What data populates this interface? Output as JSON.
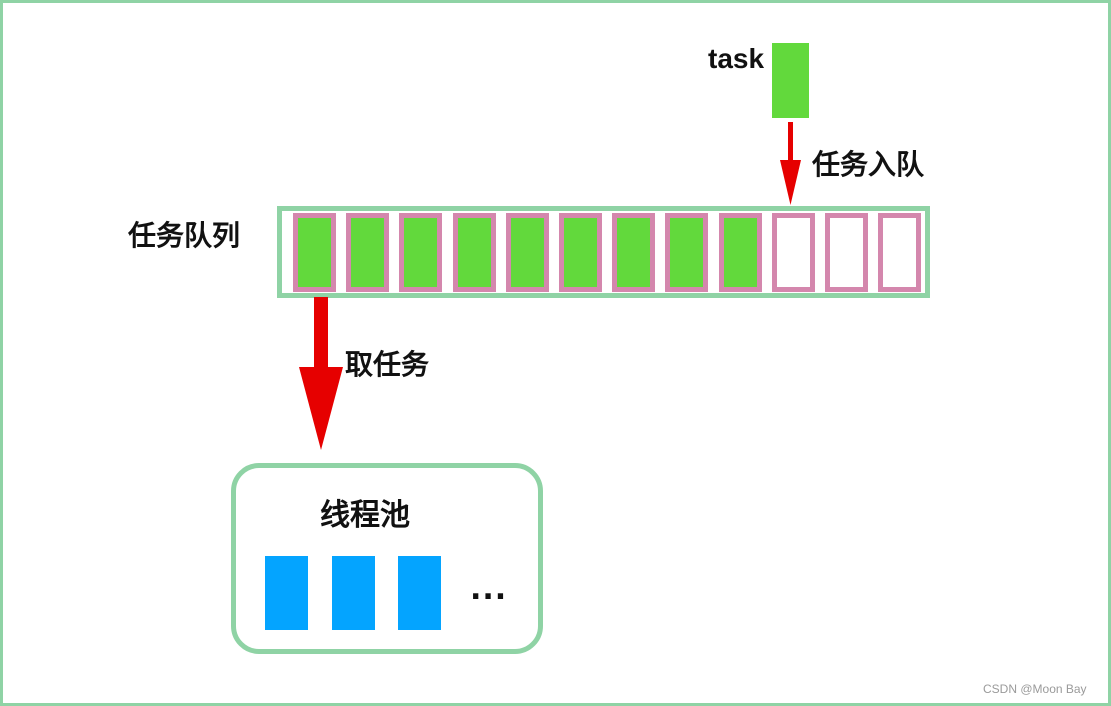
{
  "labels": {
    "task": "task",
    "enqueue": "任务入队",
    "queue": "任务队列",
    "dequeue": "取任务",
    "pool": "线程池",
    "pool_more": "..."
  },
  "queue": {
    "slots": [
      {
        "filled": true
      },
      {
        "filled": true
      },
      {
        "filled": true
      },
      {
        "filled": true
      },
      {
        "filled": true
      },
      {
        "filled": true
      },
      {
        "filled": true
      },
      {
        "filled": true
      },
      {
        "filled": true
      },
      {
        "filled": false
      },
      {
        "filled": false
      },
      {
        "filled": false
      }
    ]
  },
  "pool": {
    "threads": [
      {},
      {},
      {}
    ]
  },
  "colors": {
    "task": "#62d93c",
    "slot_border": "#d487ad",
    "container_border": "#8fd3a5",
    "thread": "#04a4ff",
    "arrow": "#e60000"
  },
  "watermark": "CSDN @Moon Bay"
}
